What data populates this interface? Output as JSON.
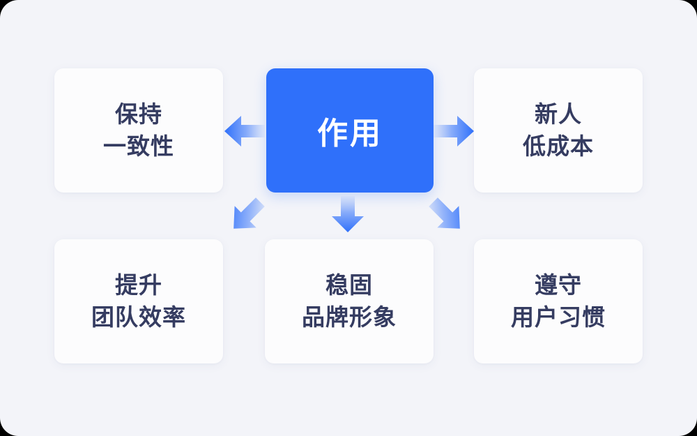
{
  "diagram": {
    "type": "hub-and-spoke",
    "center": {
      "label": "作用",
      "color": "#2f70fa",
      "text_color": "#ffffff"
    },
    "background_color": "#f3f4f9",
    "card_color": "#fcfcfd",
    "card_text_color": "#353c61",
    "arrow_color": "#2f70fa",
    "nodes": [
      {
        "position": "top-left",
        "line1": "保持",
        "line2": "一致性",
        "arrow": "arrow-left-icon"
      },
      {
        "position": "top-right",
        "line1": "新人",
        "line2": "低成本",
        "arrow": "arrow-right-icon"
      },
      {
        "position": "bottom-left",
        "line1": "提升",
        "line2": "团队效率",
        "arrow": "arrow-down-left-icon"
      },
      {
        "position": "bottom-center",
        "line1": "稳固",
        "line2": "品牌形象",
        "arrow": "arrow-down-icon"
      },
      {
        "position": "bottom-right",
        "line1": "遵守",
        "line2": "用户习惯",
        "arrow": "arrow-down-right-icon"
      }
    ]
  }
}
